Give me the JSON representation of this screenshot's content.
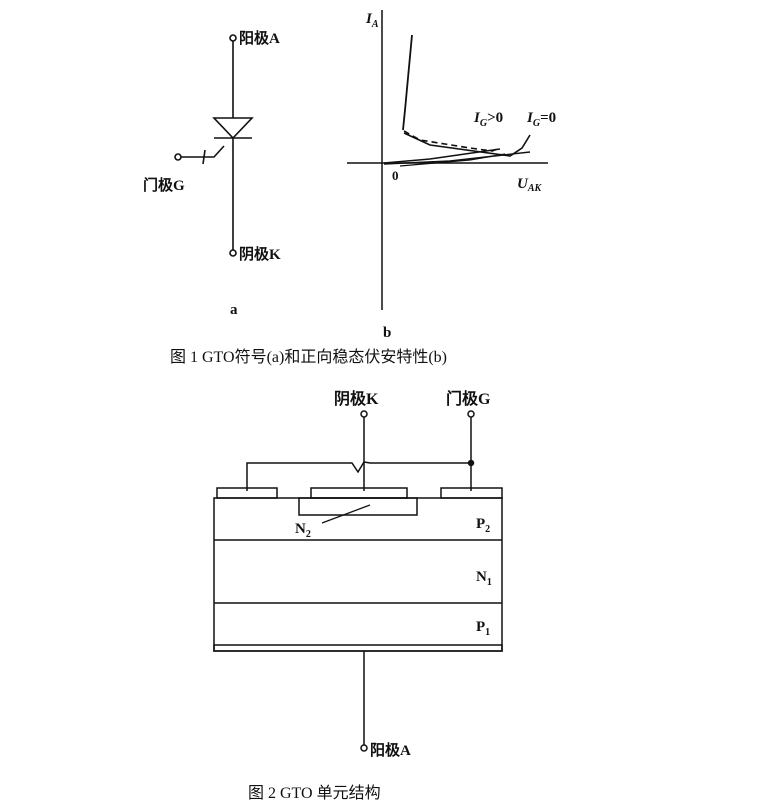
{
  "fig1": {
    "symbol": {
      "anode_label": "阳极A",
      "gate_label": "门极G",
      "cathode_label": "阴极K",
      "panel_label": "a"
    },
    "iv_curve": {
      "y_axis_main": "I",
      "y_axis_sub": "A",
      "x_axis_main": "U",
      "x_axis_sub": "AK",
      "origin_label": "0",
      "curve1_main": "I",
      "curve1_sub": "G",
      "curve1_cond": ">0",
      "curve2_main": "I",
      "curve2_sub": "G",
      "curve2_cond": "=0",
      "panel_label": "b"
    },
    "caption": "图 1   GTO符号(a)和正向稳态伏安特性(b)"
  },
  "fig2": {
    "cathode_label": "阴极K",
    "gate_label": "门极G",
    "anode_label": "阳极A",
    "n2_main": "N",
    "n2_sub": "2",
    "p2_main": "P",
    "p2_sub": "2",
    "n1_main": "N",
    "n1_sub": "1",
    "p1_main": "P",
    "p1_sub": "1",
    "caption": "图 2   GTO 单元结构"
  },
  "colors": {
    "ink": "#111111",
    "background": "#ffffff"
  }
}
